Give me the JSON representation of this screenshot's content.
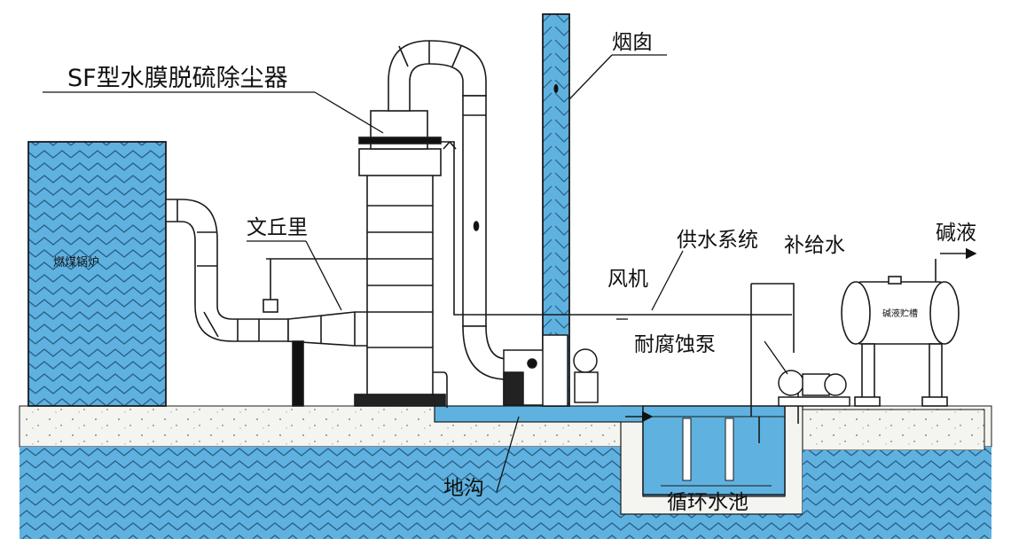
{
  "labels": {
    "scrubber": "SF型水膜脱硫除尘器",
    "chimney": "烟囱",
    "venturi": "文丘里",
    "boiler": "燃煤锅炉",
    "water_supply": "供水系统",
    "makeup_water": "补给水",
    "alkali_liquid": "碱液",
    "fan": "风机",
    "pump": "耐腐蚀泵",
    "alkali_tank": "碱液贮槽",
    "trench": "地沟",
    "circulation_pool": "循环水池"
  },
  "colors": {
    "water_blue": "#5fb2e0",
    "pattern_line": "#2a5e87",
    "soil": "#f4f4f0",
    "outline": "#1a1a1a",
    "equipment": "#ffffff"
  }
}
